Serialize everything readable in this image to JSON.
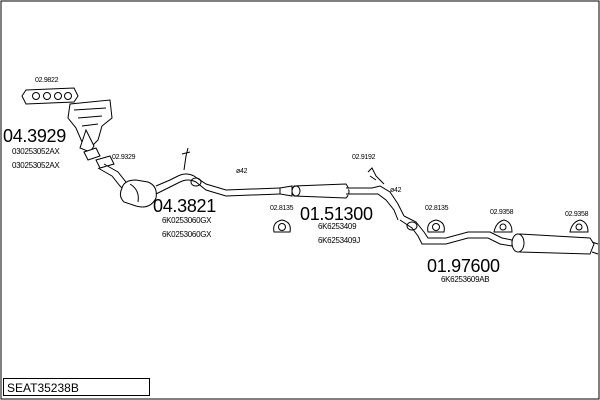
{
  "title": "SEAT35238B",
  "labels": {
    "gasket_top": "02.9822",
    "manifold_number": "04.3929",
    "manifold_ref_1": "030253052AX",
    "manifold_ref_2": "030253052AX",
    "gasket_mid": "02.9329",
    "catalyst_number": "04.3821",
    "catalyst_ref_1": "6K0253060GX",
    "catalyst_ref_2": "6K0253060GX",
    "diam_1": "ø42",
    "clamp_1": "02.8135",
    "middle_number": "01.51300",
    "middle_ref_1": "6K6253409",
    "middle_ref_2": "6K6253409J",
    "hanger_1": "02.9192",
    "diam_2": "ø42",
    "clamp_2": "02.8135",
    "hanger_2": "02.9358",
    "hanger_3": "02.9358",
    "rear_number": "01.97600",
    "rear_ref": "6K6253609AB"
  }
}
